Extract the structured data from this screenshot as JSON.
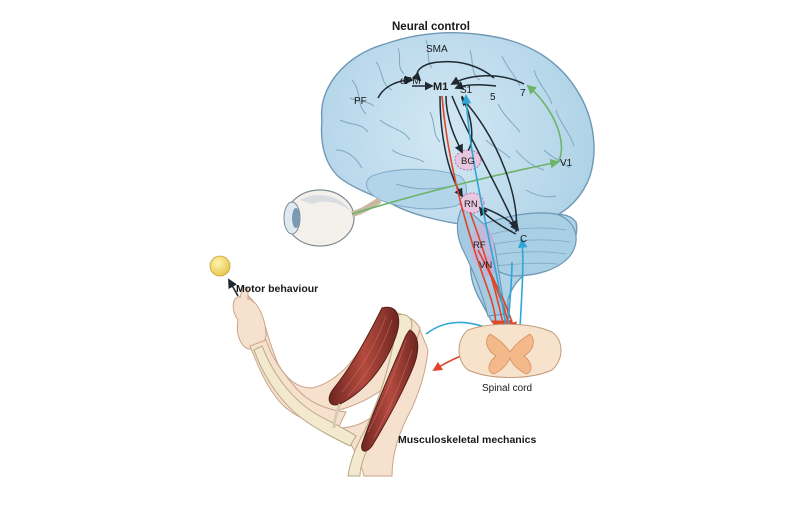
{
  "titles": {
    "neural_control": "Neural control",
    "motor_behaviour": "Motor behaviour",
    "musculoskeletal": "Musculoskeletal mechanics",
    "spinal_cord": "Spinal cord"
  },
  "regions": {
    "sma": "SMA",
    "dpm": "dPM",
    "m1": "M1",
    "s1": "S1",
    "area5": "5",
    "area7": "7",
    "pf": "PF",
    "v1": "V1",
    "bg": "BG",
    "rn": "RN",
    "rf": "RF",
    "vn": "VN",
    "c": "C"
  },
  "colors": {
    "brain_fill": "#b9d9ec",
    "brain_stroke": "#6f98b6",
    "motor_path": "#e0452a",
    "sensory_path": "#2fa6d6",
    "visual_path": "#6db36a",
    "cortical_path": "#1f2a33",
    "nucleus_fill": "#e7c6e0",
    "muscle": "#9a3b33",
    "bone": "#f3e9cf",
    "spinal_grey": "#f3b98a"
  }
}
